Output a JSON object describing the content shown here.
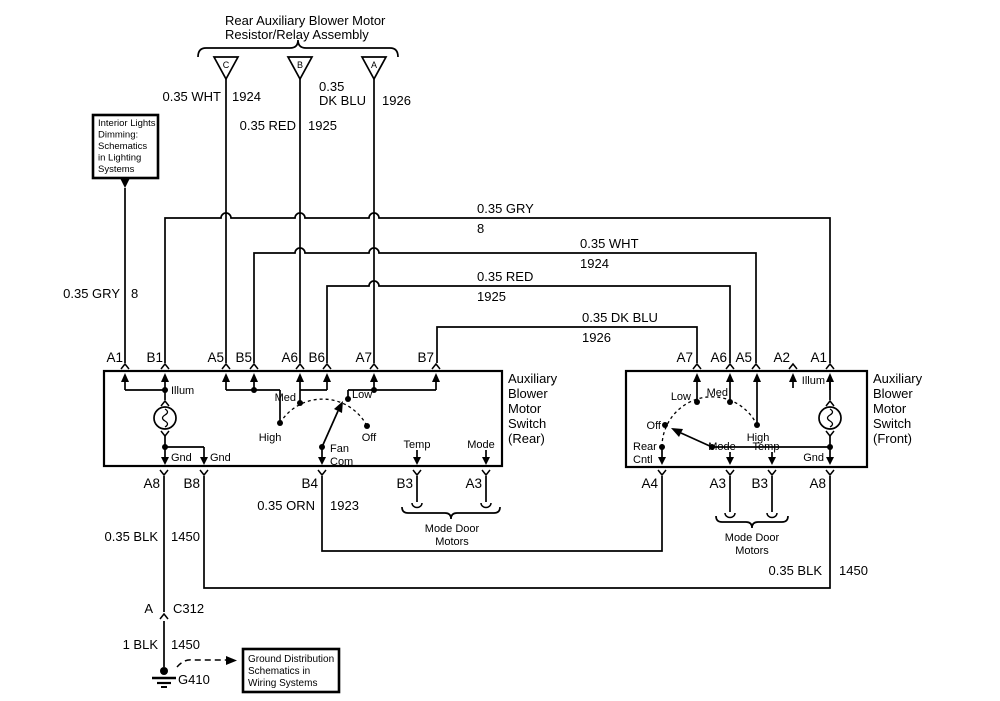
{
  "assembly": {
    "title_line1": "Rear Auxiliary Blower Motor",
    "title_line2": "Resistor/Relay Assembly",
    "connector_c": "C",
    "connector_b": "B",
    "connector_a": "A"
  },
  "wire_labels": {
    "wht_drop": {
      "gauge": "0.35 WHT",
      "circuit": "1924"
    },
    "red_drop": {
      "gauge": "0.35 RED",
      "circuit": "1925"
    },
    "dkblu_drop": {
      "gauge_line1": "0.35",
      "gauge_line2": "DK BLU",
      "circuit": "1926"
    },
    "gry_drop": {
      "gauge": "0.35 GRY",
      "circuit": "8"
    },
    "gry_bus": {
      "gauge": "0.35 GRY",
      "circuit": "8"
    },
    "wht_bus": {
      "gauge": "0.35 WHT",
      "circuit": "1924"
    },
    "red_bus": {
      "gauge": "0.35 RED",
      "circuit": "1925"
    },
    "dkblu_bus": {
      "gauge": "0.35 DK BLU",
      "circuit": "1926"
    },
    "orn": {
      "gauge": "0.35 ORN",
      "circuit": "1923"
    },
    "blk_rear": {
      "gauge": "0.35 BLK",
      "circuit": "1450"
    },
    "blk_front": {
      "gauge": "0.35 BLK",
      "circuit": "1450"
    },
    "blk_ground": {
      "gauge": "1 BLK",
      "circuit": "1450"
    }
  },
  "reference_boxes": {
    "interior_lights": {
      "line1": "Interior Lights",
      "line2": "Dimming:",
      "line3": "Schematics",
      "line4": "in Lighting",
      "line5": "Systems"
    },
    "ground_distribution": {
      "line1": "Ground Distribution",
      "line2": "Schematics in",
      "line3": "Wiring Systems"
    }
  },
  "rear_switch": {
    "name": {
      "line1": "Auxiliary",
      "line2": "Blower",
      "line3": "Motor",
      "line4": "Switch",
      "line5": "(Rear)"
    },
    "pins_top": {
      "a1": "A1",
      "b1": "B1",
      "a5": "A5",
      "b5": "B5",
      "a6": "A6",
      "b6": "B6",
      "a7": "A7",
      "b7": "B7"
    },
    "pins_bottom": {
      "a8": "A8",
      "b8": "B8",
      "b4": "B4",
      "b3": "B3",
      "a3": "A3"
    },
    "internal": {
      "illum": "Illum",
      "gnd1": "Gnd",
      "gnd2": "Gnd",
      "high": "High",
      "med": "Med",
      "low": "Low",
      "off": "Off",
      "fan": "Fan",
      "com": "Com",
      "temp": "Temp",
      "mode": "Mode"
    }
  },
  "front_switch": {
    "name": {
      "line1": "Auxiliary",
      "line2": "Blower",
      "line3": "Motor",
      "line4": "Switch",
      "line5": "(Front)"
    },
    "pins_top": {
      "a7": "A7",
      "a6": "A6",
      "a5": "A5",
      "a2": "A2",
      "a1": "A1"
    },
    "pins_bottom": {
      "a4": "A4",
      "a3": "A3",
      "b3": "B3",
      "a8": "A8"
    },
    "internal": {
      "low": "Low",
      "med": "Med",
      "high": "High",
      "off": "Off",
      "rear": "Rear",
      "cntl": "Cntl",
      "illum": "Illum",
      "mode": "Mode",
      "temp": "Temp",
      "gnd": "Gnd"
    }
  },
  "mode_door_rear": {
    "line1": "Mode Door",
    "line2": "Motors"
  },
  "mode_door_front": {
    "line1": "Mode Door",
    "line2": "Motors"
  },
  "inline_connector": {
    "pin": "A",
    "name": "C312"
  },
  "ground_point": {
    "name": "G410"
  },
  "colors": {
    "line": "#000000",
    "background": "#ffffff"
  }
}
